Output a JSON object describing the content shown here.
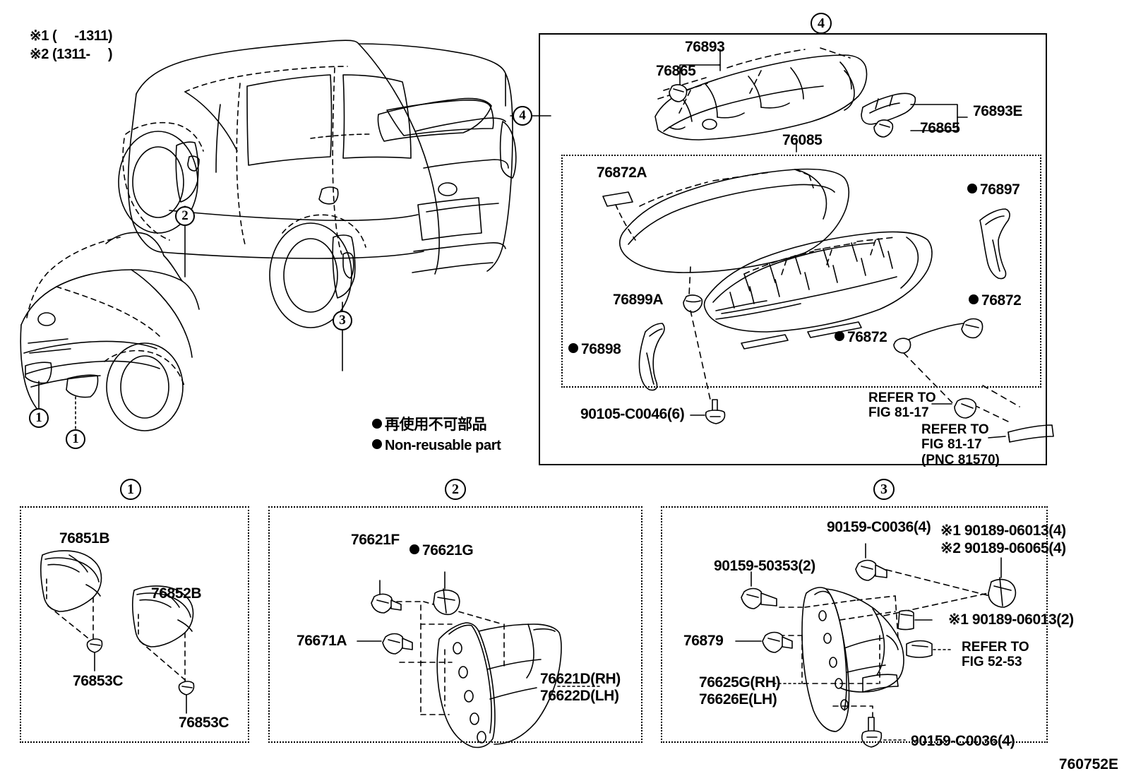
{
  "figure": {
    "code": "760752E",
    "notes": [
      "※1 (     -1311)",
      "※2 (1311-     )"
    ]
  },
  "legend": {
    "jp": "再使用不可部品",
    "en": "Non-reusable part",
    "bullet": "filled-circle"
  },
  "vehicle_callouts": [
    {
      "id": "1",
      "label": "1"
    },
    {
      "id": "1b",
      "label": "1"
    },
    {
      "id": "2",
      "label": "2"
    },
    {
      "id": "3",
      "label": "3"
    },
    {
      "id": "4",
      "label": "4"
    }
  ],
  "panel4": {
    "number": "4",
    "labels": {
      "p76893": "76893",
      "p76865_left": "76865",
      "p76865_right": "76865",
      "p76893E": "76893E",
      "p76085": "76085",
      "p76872A": "76872A",
      "p76897": "76897",
      "p76899A": "76899A",
      "p76872_right": "76872",
      "p76872_center": "76872",
      "p76898": "76898",
      "p90105": "90105-C0046(6)",
      "refer1_l1": "REFER TO",
      "refer1_l2": "FIG 81-17",
      "refer2_l1": "REFER TO",
      "refer2_l2": "FIG 81-17",
      "refer2_l3": "(PNC 81570)"
    }
  },
  "panel1": {
    "number": "1",
    "labels": {
      "p76851B": "76851B",
      "p76852B": "76852B",
      "p76853C_left": "76853C",
      "p76853C_right": "76853C"
    }
  },
  "panel2": {
    "number": "2",
    "labels": {
      "p76621F": "76621F",
      "p76621G": "76621G",
      "p76671A": "76671A",
      "p76621D": "76621D(RH)",
      "p76622D": "76622D(LH)"
    }
  },
  "panel3": {
    "number": "3",
    "labels": {
      "p90159_C0036_top": "90159-C0036(4)",
      "p90159_50353": "90159-50353(2)",
      "n1_90189_06013_4": "※1 90189-06013(4)",
      "n2_90189_06065_4": "※2 90189-06065(4)",
      "n1_90189_06013_2": "※1 90189-06013(2)",
      "refer_l1": "REFER TO",
      "refer_l2": "FIG 52-53",
      "p76879": "76879",
      "p76625G": "76625G(RH)",
      "p76626E": "76626E(LH)",
      "p90159_C0036_bottom": "90159-C0036(4)"
    }
  }
}
